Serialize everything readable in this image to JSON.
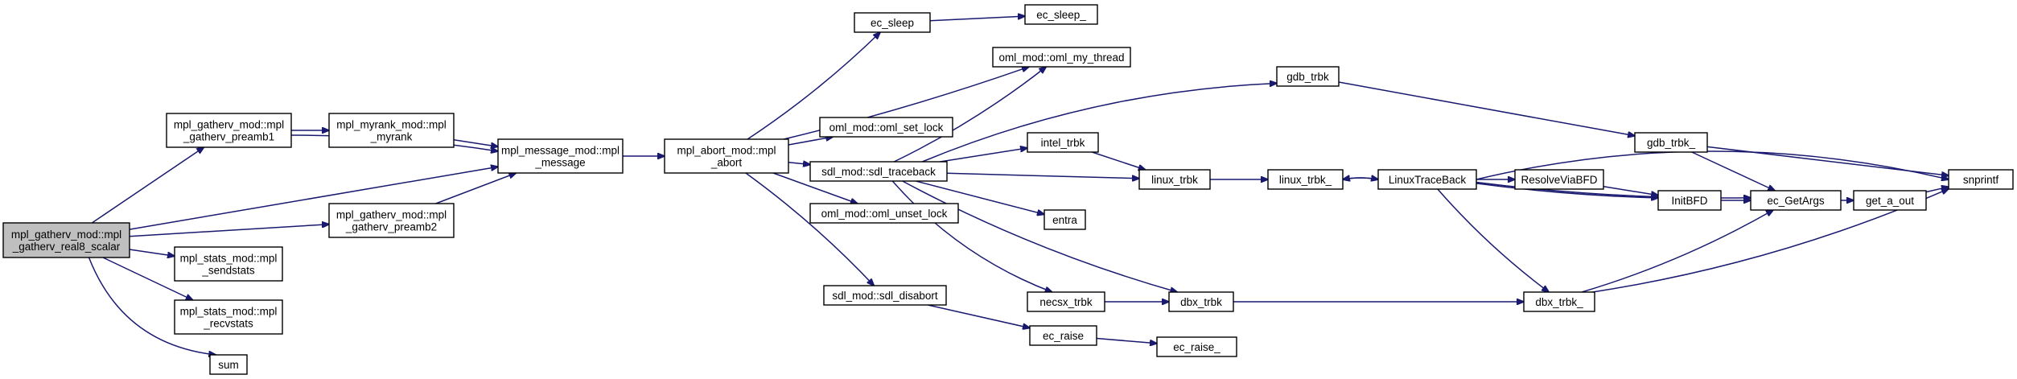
{
  "colors": {
    "edge": "#191970",
    "node_fill": "#ffffff",
    "root_fill": "#bfbfbf",
    "node_border": "#000000",
    "text": "#000000"
  },
  "nodes": [
    {
      "id": "root",
      "lines": [
        "mpl_gatherv_mod::mpl",
        "_gatherv_real8_scalar"
      ],
      "root": true
    },
    {
      "id": "preamb1",
      "lines": [
        "mpl_gatherv_mod::mpl",
        "_gatherv_preamb1"
      ]
    },
    {
      "id": "preamb2",
      "lines": [
        "mpl_gatherv_mod::mpl",
        "_gatherv_preamb2"
      ]
    },
    {
      "id": "sendstats",
      "lines": [
        "mpl_stats_mod::mpl",
        "_sendstats"
      ]
    },
    {
      "id": "recvstats",
      "lines": [
        "mpl_stats_mod::mpl",
        "_recvstats"
      ]
    },
    {
      "id": "sum",
      "lines": [
        "sum"
      ]
    },
    {
      "id": "myrank",
      "lines": [
        "mpl_myrank_mod::mpl",
        "_myrank"
      ]
    },
    {
      "id": "message",
      "lines": [
        "mpl_message_mod::mpl",
        "_message"
      ]
    },
    {
      "id": "abort",
      "lines": [
        "mpl_abort_mod::mpl",
        "_abort"
      ]
    },
    {
      "id": "ec_sleep",
      "lines": [
        "ec_sleep"
      ]
    },
    {
      "id": "ec_sleep_",
      "lines": [
        "ec_sleep_"
      ]
    },
    {
      "id": "oml_my_thread",
      "lines": [
        "oml_mod::oml_my_thread"
      ]
    },
    {
      "id": "oml_set_lock",
      "lines": [
        "oml_mod::oml_set_lock"
      ]
    },
    {
      "id": "sdl_traceback",
      "lines": [
        "sdl_mod::sdl_traceback"
      ]
    },
    {
      "id": "oml_unset_lock",
      "lines": [
        "oml_mod::oml_unset_lock"
      ]
    },
    {
      "id": "sdl_disabort",
      "lines": [
        "sdl_mod::sdl_disabort"
      ]
    },
    {
      "id": "ec_raise",
      "lines": [
        "ec_raise"
      ]
    },
    {
      "id": "ec_raise_",
      "lines": [
        "ec_raise_"
      ]
    },
    {
      "id": "gdb_trbk",
      "lines": [
        "gdb_trbk"
      ]
    },
    {
      "id": "intel_trbk",
      "lines": [
        "intel_trbk"
      ]
    },
    {
      "id": "linux_trbk",
      "lines": [
        "linux_trbk"
      ]
    },
    {
      "id": "linux_trbk_",
      "lines": [
        "linux_trbk_"
      ]
    },
    {
      "id": "entra",
      "lines": [
        "entra"
      ]
    },
    {
      "id": "necsx_trbk",
      "lines": [
        "necsx_trbk"
      ]
    },
    {
      "id": "dbx_trbk",
      "lines": [
        "dbx_trbk"
      ]
    },
    {
      "id": "LinuxTraceBack",
      "lines": [
        "LinuxTraceBack"
      ]
    },
    {
      "id": "ResolveViaBFD",
      "lines": [
        "ResolveViaBFD"
      ]
    },
    {
      "id": "InitBFD",
      "lines": [
        "InitBFD"
      ]
    },
    {
      "id": "gdb_trbk_",
      "lines": [
        "gdb_trbk_"
      ]
    },
    {
      "id": "dbx_trbk_",
      "lines": [
        "dbx_trbk_"
      ]
    },
    {
      "id": "ec_GetArgs",
      "lines": [
        "ec_GetArgs"
      ]
    },
    {
      "id": "get_a_out",
      "lines": [
        "get_a_out"
      ]
    },
    {
      "id": "snprintf",
      "lines": [
        "snprintf"
      ]
    }
  ],
  "edges": [
    {
      "from": "root",
      "to": "preamb1"
    },
    {
      "from": "root",
      "to": "message"
    },
    {
      "from": "root",
      "to": "preamb2"
    },
    {
      "from": "root",
      "to": "sendstats"
    },
    {
      "from": "root",
      "to": "recvstats"
    },
    {
      "from": "root",
      "to": "sum"
    },
    {
      "from": "preamb1",
      "to": "myrank"
    },
    {
      "from": "preamb1",
      "to": "message"
    },
    {
      "from": "myrank",
      "to": "message"
    },
    {
      "from": "preamb2",
      "to": "message"
    },
    {
      "from": "message",
      "to": "abort"
    },
    {
      "from": "abort",
      "to": "ec_sleep"
    },
    {
      "from": "abort",
      "to": "oml_my_thread"
    },
    {
      "from": "abort",
      "to": "oml_set_lock"
    },
    {
      "from": "abort",
      "to": "sdl_traceback"
    },
    {
      "from": "abort",
      "to": "oml_unset_lock"
    },
    {
      "from": "abort",
      "to": "sdl_disabort"
    },
    {
      "from": "ec_sleep",
      "to": "ec_sleep_"
    },
    {
      "from": "sdl_traceback",
      "to": "oml_my_thread"
    },
    {
      "from": "sdl_traceback",
      "to": "gdb_trbk"
    },
    {
      "from": "sdl_traceback",
      "to": "intel_trbk"
    },
    {
      "from": "sdl_traceback",
      "to": "linux_trbk"
    },
    {
      "from": "sdl_traceback",
      "to": "entra"
    },
    {
      "from": "sdl_traceback",
      "to": "necsx_trbk"
    },
    {
      "from": "sdl_traceback",
      "to": "dbx_trbk"
    },
    {
      "from": "sdl_disabort",
      "to": "ec_raise"
    },
    {
      "from": "ec_raise",
      "to": "ec_raise_"
    },
    {
      "from": "gdb_trbk",
      "to": "gdb_trbk_"
    },
    {
      "from": "intel_trbk",
      "to": "linux_trbk"
    },
    {
      "from": "linux_trbk",
      "to": "linux_trbk_"
    },
    {
      "from": "necsx_trbk",
      "to": "dbx_trbk"
    },
    {
      "from": "dbx_trbk",
      "to": "dbx_trbk_"
    },
    {
      "from": "linux_trbk_",
      "to": "LinuxTraceBack"
    },
    {
      "from": "LinuxTraceBack",
      "to": "linux_trbk_"
    },
    {
      "from": "LinuxTraceBack",
      "to": "ResolveViaBFD"
    },
    {
      "from": "LinuxTraceBack",
      "to": "InitBFD"
    },
    {
      "from": "LinuxTraceBack",
      "to": "ec_GetArgs"
    },
    {
      "from": "LinuxTraceBack",
      "to": "snprintf"
    },
    {
      "from": "LinuxTraceBack",
      "to": "dbx_trbk_"
    },
    {
      "from": "ResolveViaBFD",
      "to": "InitBFD"
    },
    {
      "from": "InitBFD",
      "to": "ec_GetArgs"
    },
    {
      "from": "gdb_trbk_",
      "to": "ec_GetArgs"
    },
    {
      "from": "gdb_trbk_",
      "to": "snprintf"
    },
    {
      "from": "dbx_trbk_",
      "to": "ec_GetArgs"
    },
    {
      "from": "dbx_trbk_",
      "to": "snprintf"
    },
    {
      "from": "ec_GetArgs",
      "to": "get_a_out"
    },
    {
      "from": "get_a_out",
      "to": "snprintf"
    }
  ]
}
